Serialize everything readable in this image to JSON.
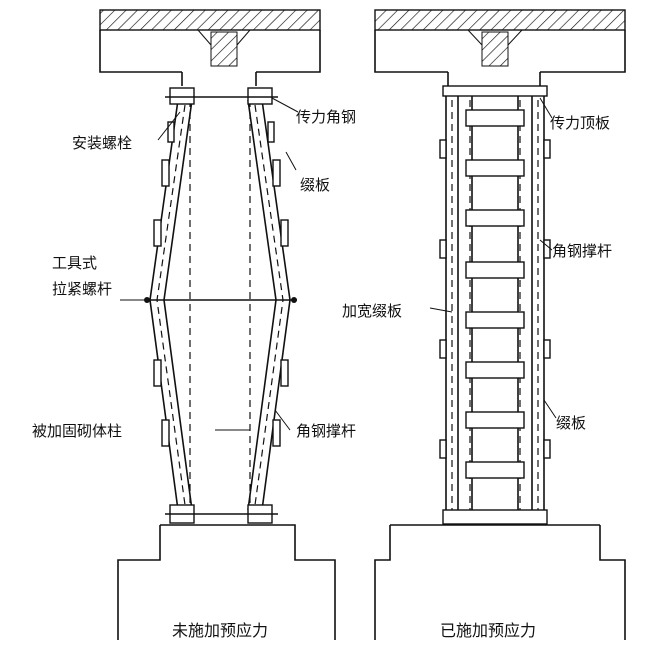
{
  "left": {
    "labels": {
      "mounting_bolt": "安装螺栓",
      "force_angle_steel": "传力角钢",
      "batten_plate": "缀板",
      "tool_tensioning_rod_line1": "工具式",
      "tool_tensioning_rod_line2": "拉紧螺杆",
      "reinforced_masonry_column": "被加固砌体柱",
      "angle_steel_strut": "角钢撑杆"
    },
    "caption": "未施加预应力"
  },
  "right": {
    "labels": {
      "force_top_plate": "传力顶板",
      "angle_steel_strut": "角钢撑杆",
      "widened_batten_plate": "加宽缀板",
      "batten_plate": "缀板"
    },
    "caption": "已施加预应力"
  }
}
